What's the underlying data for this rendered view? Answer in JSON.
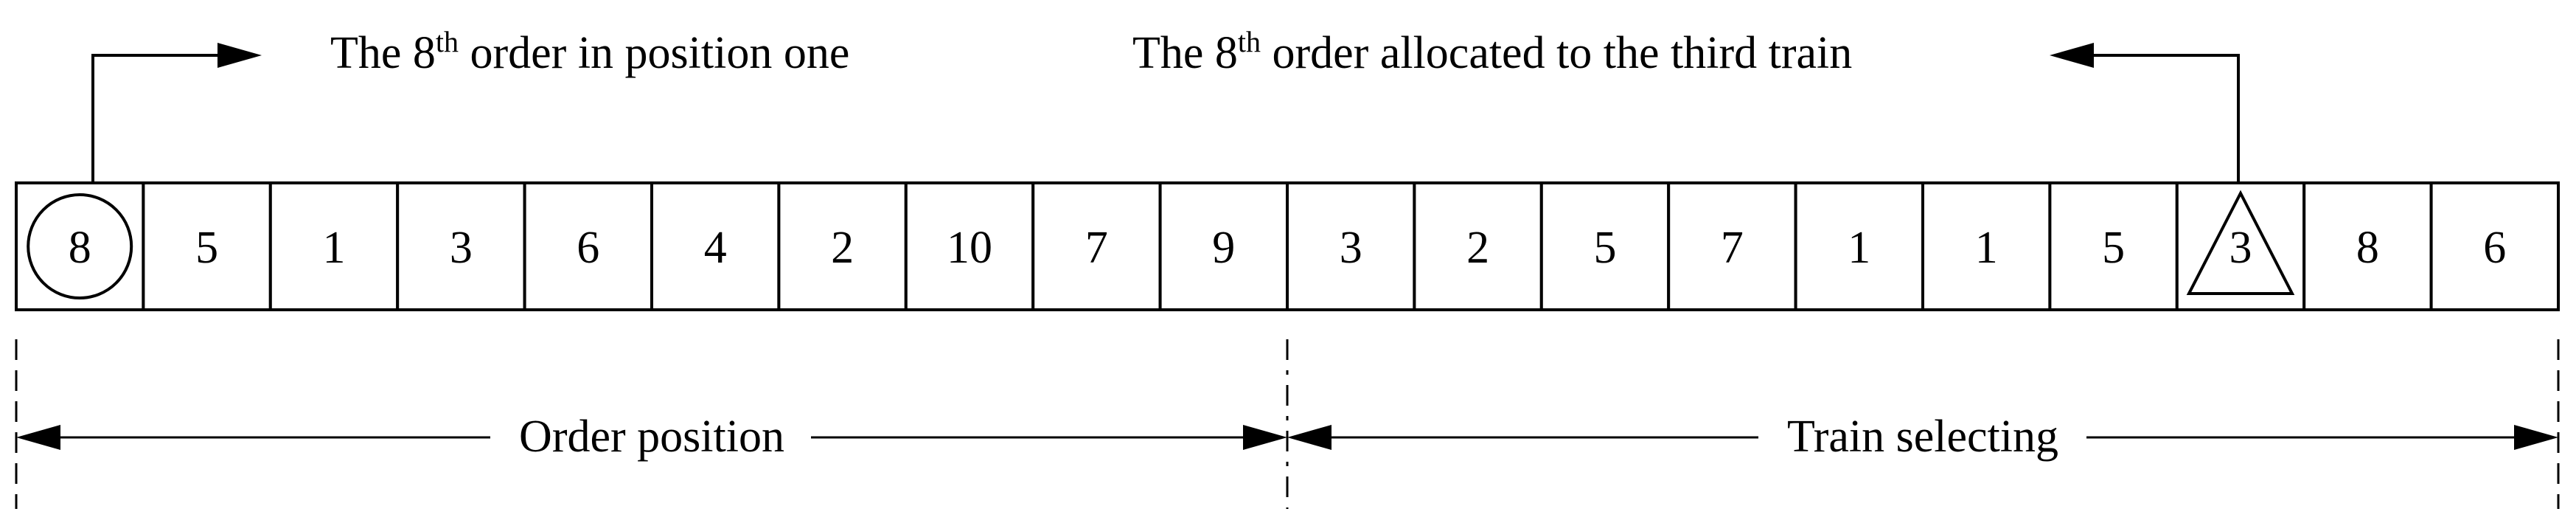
{
  "annotations": {
    "left": {
      "prefix": "The 8",
      "sup": "th",
      "suffix": " order in position one"
    },
    "right": {
      "prefix": "The 8",
      "sup": "th",
      "suffix": " order allocated to the third train"
    }
  },
  "chromosome": {
    "order_position_genes": [
      "8",
      "5",
      "1",
      "3",
      "6",
      "4",
      "2",
      "10",
      "7",
      "9"
    ],
    "train_selecting_genes": [
      "3",
      "2",
      "5",
      "7",
      "1",
      "1",
      "5",
      "3",
      "8",
      "6"
    ],
    "circled_gene": "order position 1 (value 8)",
    "triangled_gene": "train selecting 8 (value 3)"
  },
  "segments": {
    "order_position_label": "Order position",
    "train_selecting_label": "Train selecting"
  },
  "colors": {
    "stroke": "#000000",
    "background": "#ffffff"
  }
}
